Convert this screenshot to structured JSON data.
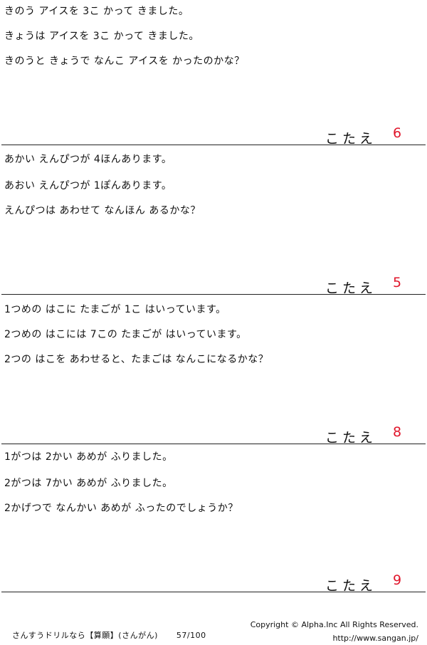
{
  "problems": [
    {
      "lines": [
        "きのう アイスを 3こ かって きました。",
        "きょうは アイスを 3こ かって きました。",
        "きのうと きょうで なんこ アイスを かったのかな？"
      ],
      "answer_label": "こたえ",
      "answer": "6"
    },
    {
      "lines": [
        "あかい えんぴつが 4ほんあります。",
        "あおい えんぴつが 1ぽんあります。",
        "えんぴつは あわせて なんほん あるかな？"
      ],
      "answer_label": "こたえ",
      "answer": "5"
    },
    {
      "lines": [
        "1つめの はこに たまごが 1こ はいっています。",
        "2つめの はこには 7この たまごが はいっています。",
        "2つの はこを あわせると、たまごは なんこになるかな？"
      ],
      "answer_label": "こたえ",
      "answer": "8"
    },
    {
      "lines": [
        "1がつは 2かい あめが ふりました。",
        "2がつは 7かい あめが ふりました。",
        "2かげつで なんかい あめが ふったのでしょうか？"
      ],
      "answer_label": "こたえ",
      "answer": "9"
    }
  ],
  "footer": {
    "title": "さんすうドリルなら【算願】(さんがん)",
    "page": "57/100",
    "copyright": "Copyright ©  Alpha.Inc All Rights Reserved.",
    "url": "http://www.sangan.jp/"
  },
  "colors": {
    "answer": "#e0162b",
    "text": "#111111",
    "rule": "#222222"
  }
}
